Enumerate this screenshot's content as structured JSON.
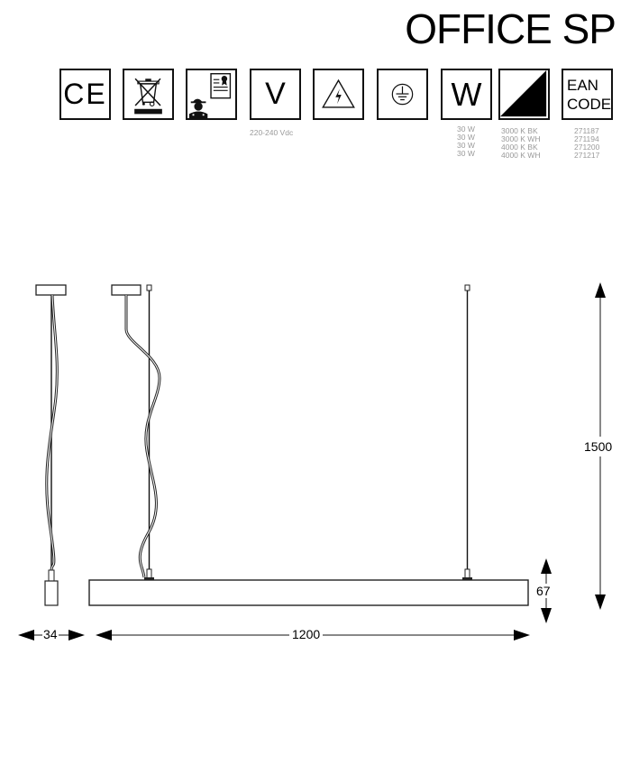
{
  "header": {
    "title": "OFFICE SP"
  },
  "icons": [
    {
      "name": "ce-mark-icon",
      "label": "CE"
    },
    {
      "name": "weee-crossed-bin-icon",
      "label": ""
    },
    {
      "name": "qualified-installer-icon",
      "label": ""
    },
    {
      "name": "voltage-icon",
      "label": "V",
      "caption": [
        "220-240 Vdc"
      ]
    },
    {
      "name": "electric-hazard-icon",
      "label": ""
    },
    {
      "name": "earth-ground-icon",
      "label": ""
    },
    {
      "name": "wattage-icon",
      "label": "W",
      "caption": [
        "30 W",
        "30 W",
        "30 W",
        "30 W"
      ]
    },
    {
      "name": "color-finish-icon",
      "label": "",
      "caption": [
        "3000 K BK",
        "3000 K WH",
        "4000 K BK",
        "4000 K WH"
      ]
    },
    {
      "name": "ean-code-icon",
      "label_line1": "EAN",
      "label_line2": "CODE",
      "caption": [
        "271187",
        "271194",
        "271200",
        "271217"
      ]
    }
  ],
  "variants": [
    {
      "watt": "30 W",
      "color": "3000 K BK",
      "ean": "271187"
    },
    {
      "watt": "30 W",
      "color": "3000 K WH",
      "ean": "271194"
    },
    {
      "watt": "30 W",
      "color": "4000 K BK",
      "ean": "271200"
    },
    {
      "watt": "30 W",
      "color": "4000 K WH",
      "ean": "271217"
    }
  ],
  "dimensions": {
    "side_width": "34",
    "length": "1200",
    "height_profile": "67",
    "total_height": "1500"
  }
}
